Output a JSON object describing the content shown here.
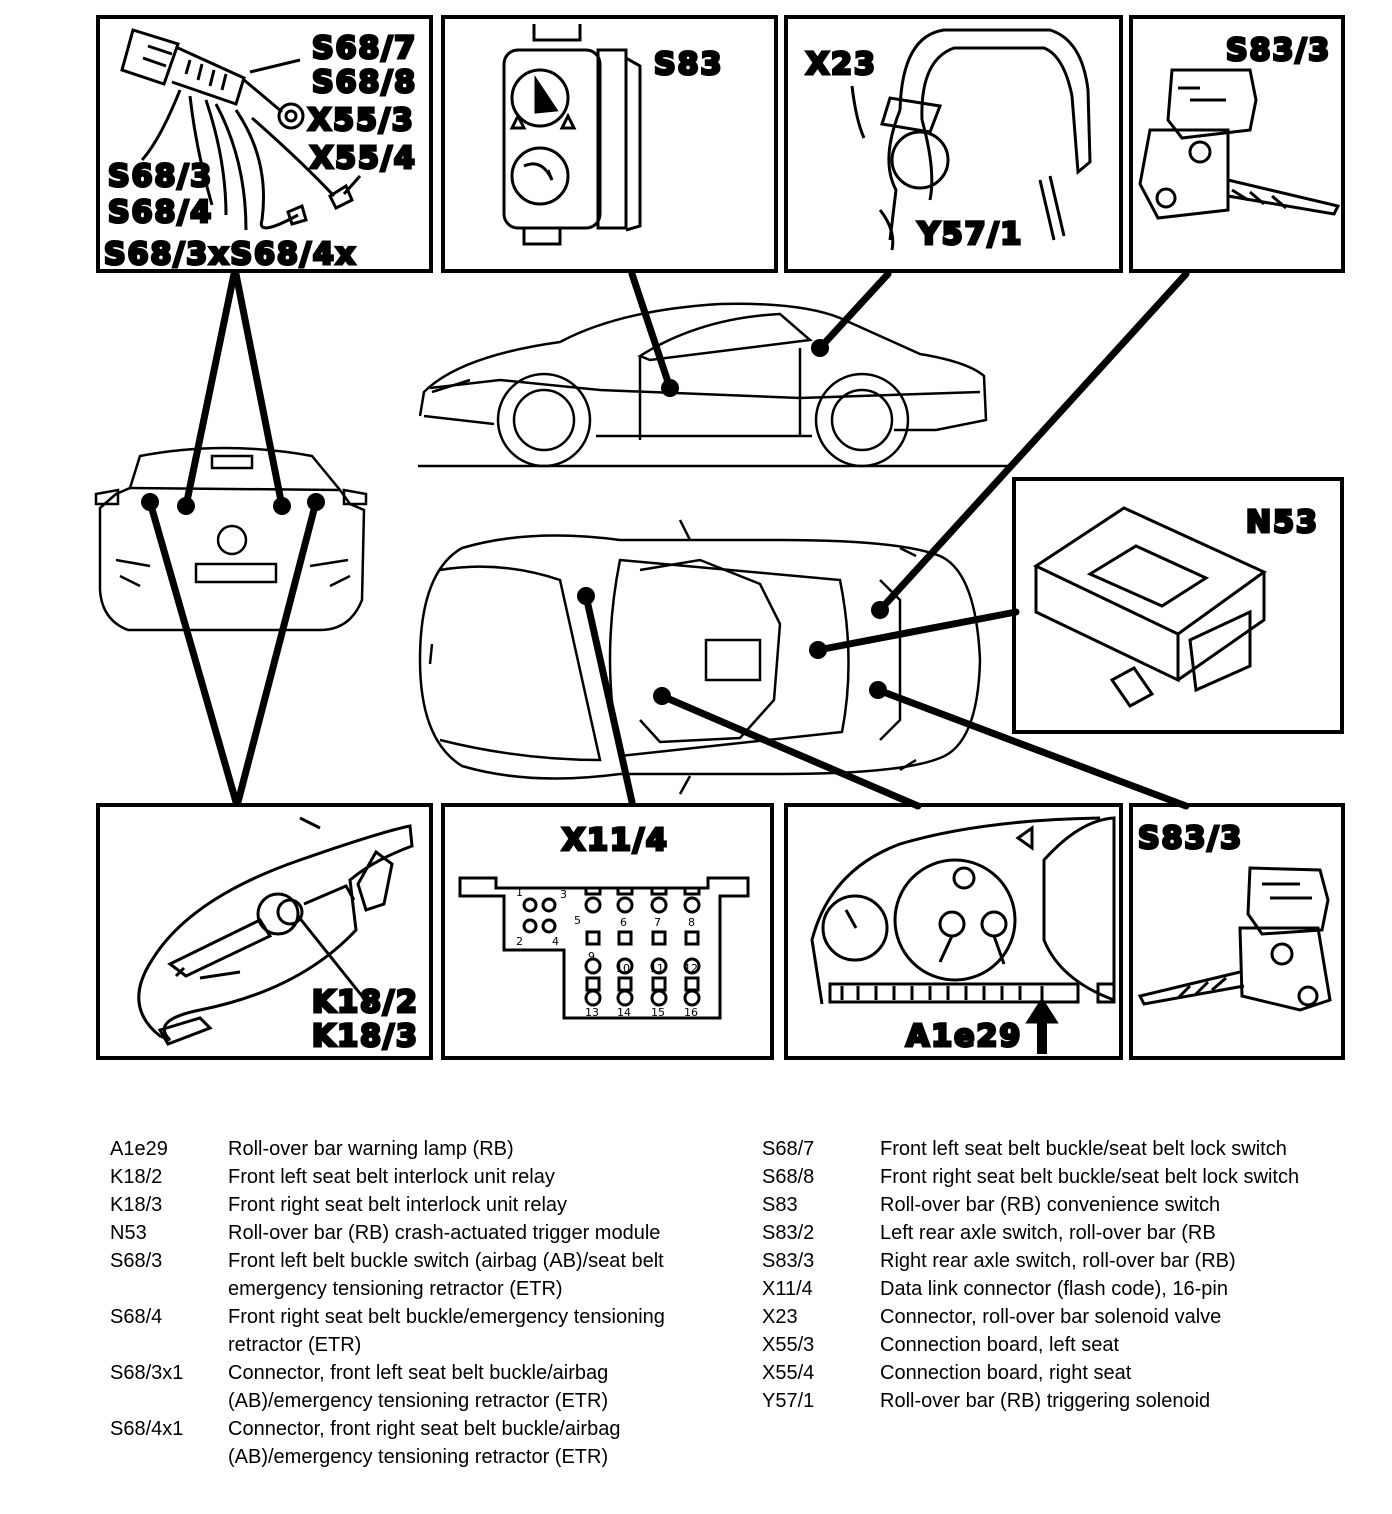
{
  "boxes": {
    "top_left": {
      "labels": [
        "S68/7",
        "S68/8",
        "X55/3",
        "X55/4",
        "S68/3",
        "S68/4",
        "S68/3xS68/4x"
      ]
    },
    "top_s83": {
      "label": "S83"
    },
    "top_x23": {
      "label_x23": "X23",
      "label_y57": "Y57/1"
    },
    "top_s833": {
      "label": "S83/3"
    },
    "n53": {
      "label": "N53"
    },
    "bottom_k18": {
      "label_1": "K18/2",
      "label_2": "K18/3"
    },
    "bottom_x114": {
      "label": "X11/4",
      "pins": [
        "1",
        "2",
        "3",
        "4",
        "5",
        "6",
        "7",
        "8",
        "9",
        "10",
        "11",
        "12",
        "13",
        "14",
        "15",
        "16"
      ]
    },
    "bottom_a1e29": {
      "label": "A1e29"
    },
    "bottom_s833": {
      "label": "S83/3"
    }
  },
  "legend": {
    "left": [
      {
        "code": "A1e29",
        "desc": [
          "Roll-over bar warning lamp (RB)"
        ]
      },
      {
        "code": "K18/2",
        "desc": [
          "Front left seat belt interlock unit relay"
        ]
      },
      {
        "code": "K18/3",
        "desc": [
          "Front right seat belt interlock unit relay"
        ]
      },
      {
        "code": "N53",
        "desc": [
          "Roll-over bar (RB) crash-actuated trigger module"
        ]
      },
      {
        "code": "S68/3",
        "desc": [
          "Front left belt buckle switch (airbag (AB)/seat belt",
          "emergency tensioning retractor (ETR)"
        ]
      },
      {
        "code": "S68/4",
        "desc": [
          "Front right seat belt buckle/emergency tensioning",
          "retractor (ETR)"
        ]
      },
      {
        "code": "S68/3x1",
        "desc": [
          "Connector, front left seat belt buckle/airbag",
          "(AB)/emergency tensioning retractor (ETR)"
        ]
      },
      {
        "code": "S68/4x1",
        "desc": [
          "Connector, front right seat belt buckle/airbag",
          "(AB)/emergency tensioning retractor (ETR)"
        ]
      }
    ],
    "right": [
      {
        "code": "S68/7",
        "desc": [
          "Front left seat belt buckle/seat belt lock switch"
        ]
      },
      {
        "code": "S68/8",
        "desc": [
          "Front right seat belt buckle/seat belt lock switch"
        ]
      },
      {
        "code": "S83",
        "desc": [
          "Roll-over bar (RB) convenience switch"
        ]
      },
      {
        "code": "S83/2",
        "desc": [
          "Left rear axle switch, roll-over bar (RB"
        ]
      },
      {
        "code": "S83/3",
        "desc": [
          "Right rear axle switch, roll-over bar (RB)"
        ]
      },
      {
        "code": "X11/4",
        "desc": [
          "Data link connector (flash code), 16-pin"
        ]
      },
      {
        "code": "X23",
        "desc": [
          "Connector, roll-over bar solenoid valve"
        ]
      },
      {
        "code": "X55/3",
        "desc": [
          "Connection board, left seat"
        ]
      },
      {
        "code": "X55/4",
        "desc": [
          "Connection board, right seat"
        ]
      },
      {
        "code": "Y57/1",
        "desc": [
          "Roll-over bar (RB) triggering solenoid"
        ]
      }
    ]
  }
}
